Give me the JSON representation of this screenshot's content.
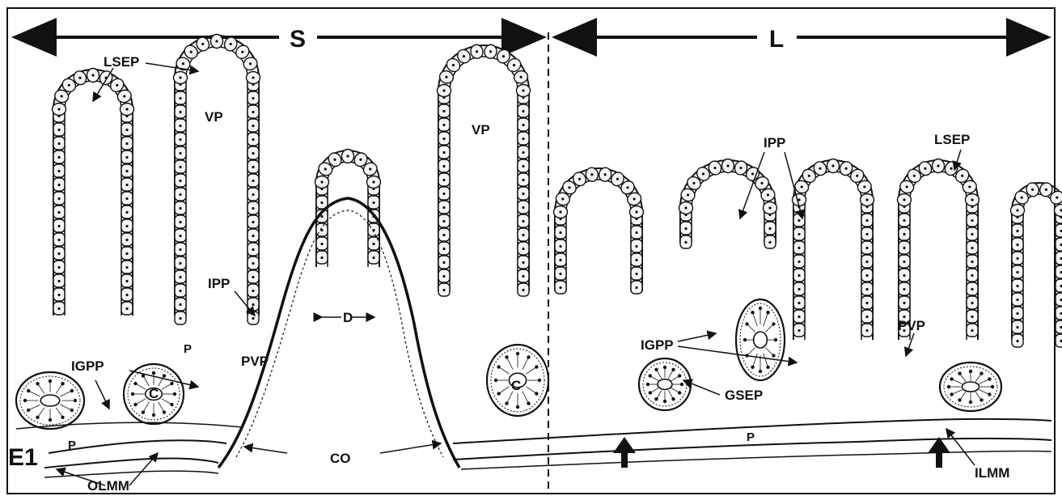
{
  "diagram": {
    "regions": {
      "short": "S",
      "long": "L"
    },
    "labels": {
      "lsep_left": "LSEP",
      "lsep_right": "LSEP",
      "vp_left": "VP",
      "vp_mid": "VP",
      "ipp_left": "IPP",
      "ipp_right": "IPP",
      "p_upper": "P",
      "p_lower": "P",
      "p_right": "P",
      "igpp_left": "IGPP",
      "igpp_right": "IGPP",
      "c_left": "C",
      "c_mid": "C",
      "pvp_left": "PVP",
      "pvp_right": "PVP",
      "d": "D",
      "co": "CO",
      "gsep": "GSEP",
      "olmm": "OLMM",
      "ilmm": "ILMM",
      "edge_fragment": "E1"
    },
    "colors": {
      "ink": "#111111",
      "paper": "#ffffff",
      "cell_fill": "#f4f4f4"
    }
  }
}
